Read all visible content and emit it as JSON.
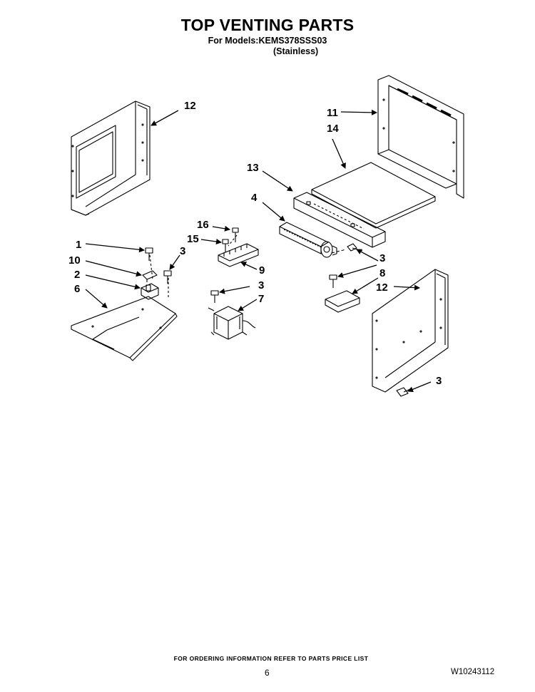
{
  "header": {
    "title": "TOP VENTING PARTS",
    "models_line": "For Models:KEMS378SSS03",
    "finish_line": "(Stainless)"
  },
  "callouts": [
    {
      "id": "c12a",
      "label": "12"
    },
    {
      "id": "c11",
      "label": "11"
    },
    {
      "id": "c14",
      "label": "14"
    },
    {
      "id": "c13",
      "label": "13"
    },
    {
      "id": "c4",
      "label": "4"
    },
    {
      "id": "c16",
      "label": "16"
    },
    {
      "id": "c15",
      "label": "15"
    },
    {
      "id": "c1",
      "label": "1"
    },
    {
      "id": "c10",
      "label": "10"
    },
    {
      "id": "c3a",
      "label": "3"
    },
    {
      "id": "c9",
      "label": "9"
    },
    {
      "id": "c2",
      "label": "2"
    },
    {
      "id": "c6",
      "label": "6"
    },
    {
      "id": "c3b",
      "label": "3"
    },
    {
      "id": "c7",
      "label": "7"
    },
    {
      "id": "c3c",
      "label": "3"
    },
    {
      "id": "c8",
      "label": "8"
    },
    {
      "id": "c12b",
      "label": "12"
    },
    {
      "id": "c3d",
      "label": "3"
    }
  ],
  "footer": {
    "ordering_note": "FOR ORDERING INFORMATION REFER TO PARTS PRICE LIST",
    "page_number": "6",
    "document_number": "W10243112"
  }
}
